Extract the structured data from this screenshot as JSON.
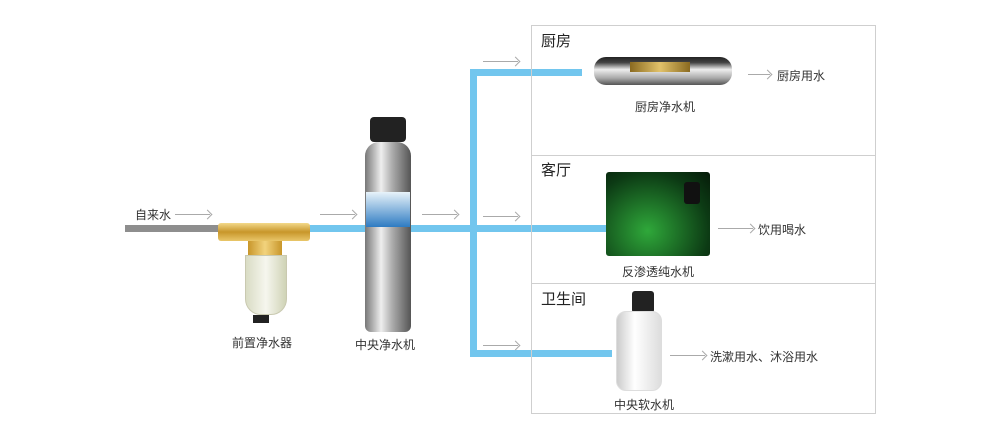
{
  "source": {
    "label": "自来水"
  },
  "devices": {
    "pre_filter": "前置净水器",
    "central_purifier": "中央净水机",
    "kitchen_purifier": "厨房净水机",
    "ro_purifier": "反渗透纯水机",
    "softener": "中央软水机"
  },
  "rooms": {
    "kitchen": "厨房",
    "living": "客厅",
    "bathroom": "卫生间"
  },
  "outputs": {
    "kitchen": "厨房用水",
    "living": "饮用喝水",
    "bathroom": "洗漱用水、沐浴用水"
  },
  "colors": {
    "pipe_clean": "#72c6ee",
    "pipe_tap": "#8e8e8e"
  }
}
